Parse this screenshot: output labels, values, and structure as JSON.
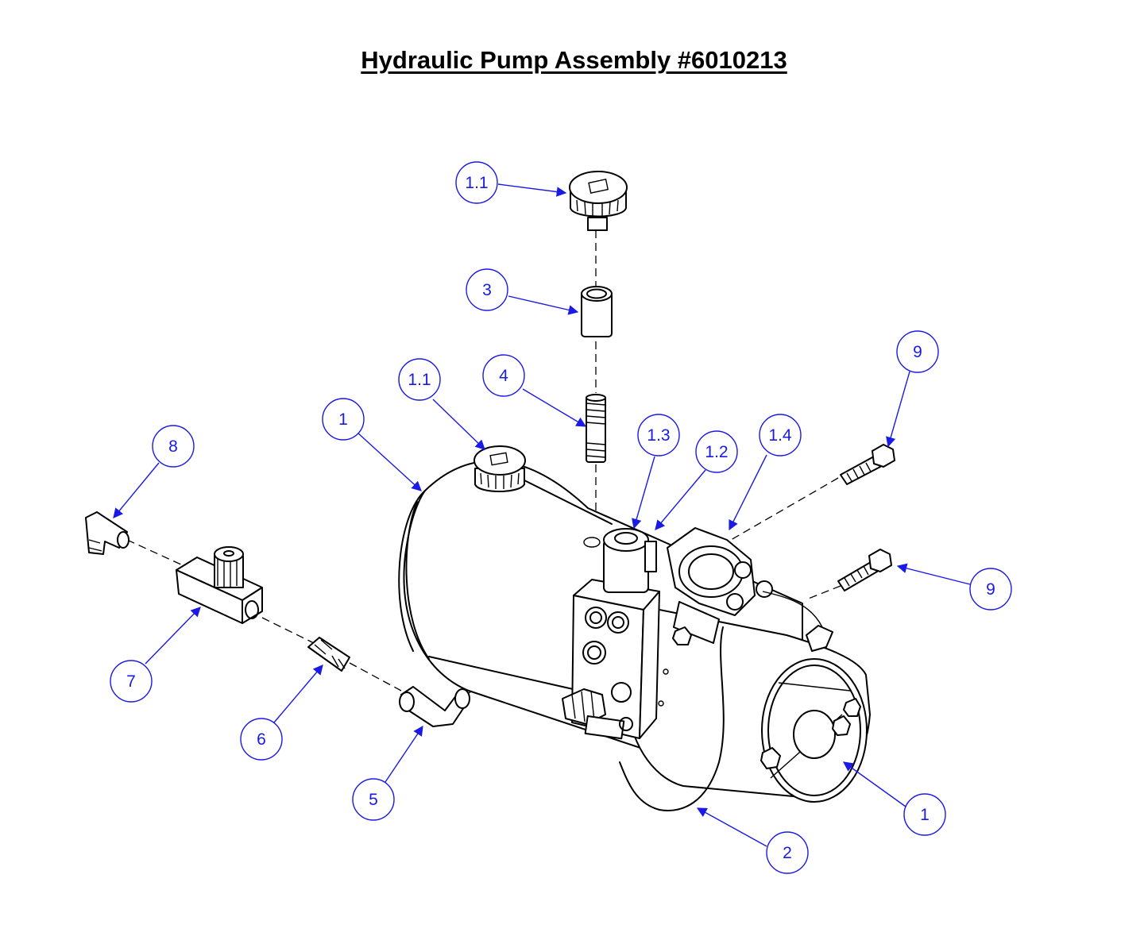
{
  "title": "Hydraulic Pump Assembly #6010213",
  "callouts": [
    {
      "label": "1.1"
    },
    {
      "label": "3"
    },
    {
      "label": "4"
    },
    {
      "label": "1.1"
    },
    {
      "label": "1"
    },
    {
      "label": "1.3"
    },
    {
      "label": "1.2"
    },
    {
      "label": "1.4"
    },
    {
      "label": "9"
    },
    {
      "label": "9"
    },
    {
      "label": "8"
    },
    {
      "label": "7"
    },
    {
      "label": "6"
    },
    {
      "label": "5"
    },
    {
      "label": "1"
    },
    {
      "label": "2"
    }
  ],
  "colors": {
    "callout": "#1a1ae6",
    "linework": "#000000"
  }
}
